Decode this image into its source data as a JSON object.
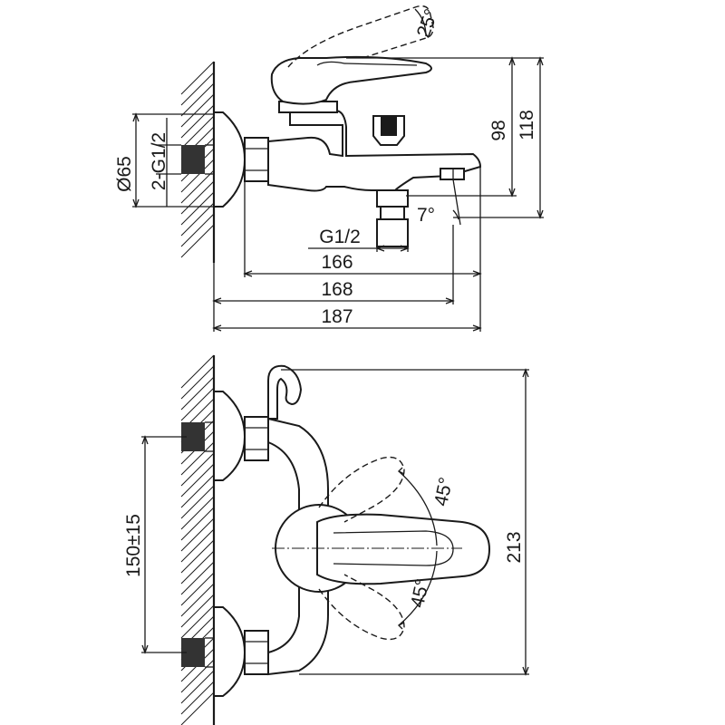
{
  "side_view": {
    "dimensions": {
      "handle_angle": "25°",
      "height_98": "98",
      "height_118": "118",
      "diameter": "Ø65",
      "inlet_thread": "2-G1/2",
      "spout_angle": "7°",
      "outlet_thread": "G1/2",
      "length_166": "166",
      "length_168": "168",
      "length_187": "187"
    }
  },
  "front_view": {
    "dimensions": {
      "inlet_spacing": "150±15",
      "total_height": "213",
      "lever_angle_up": "45°",
      "lever_angle_down": "45°"
    }
  }
}
